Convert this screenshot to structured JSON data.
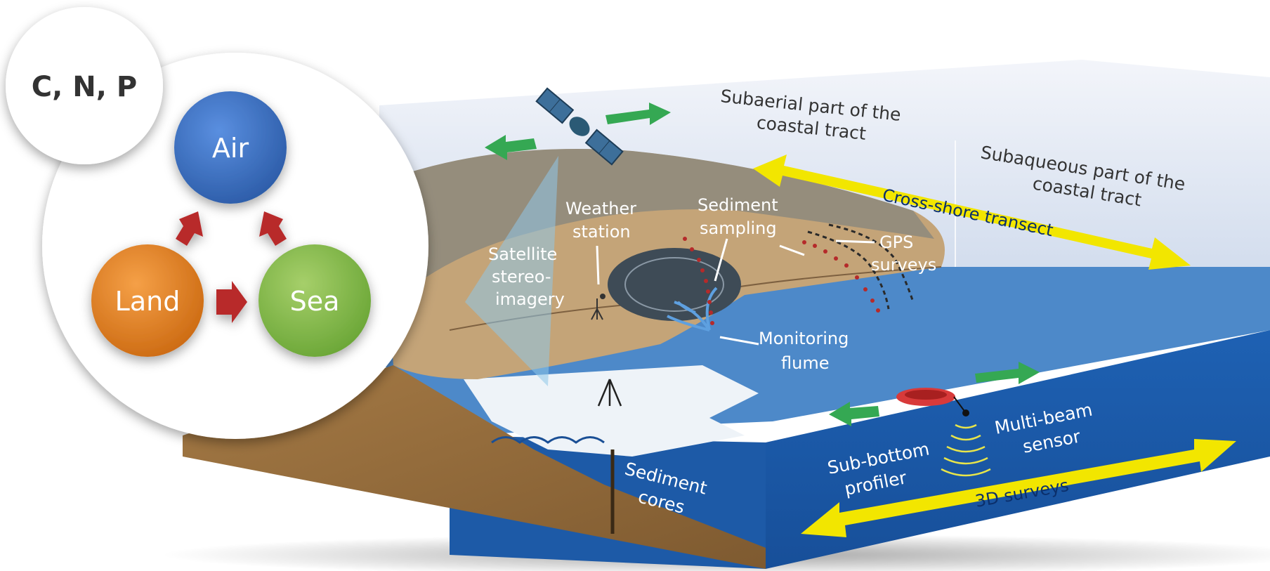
{
  "cycle": {
    "nutrients": "C, N, P",
    "nodes": [
      {
        "label": "Air",
        "color": "#3a6fc4"
      },
      {
        "label": "Land",
        "color": "#e07b1e"
      },
      {
        "label": "Sea",
        "color": "#7db342"
      }
    ],
    "arrow_color": "#b8292b"
  },
  "diagram": {
    "subaerial": [
      "Subaerial part of the",
      "coastal tract"
    ],
    "subaqueous": [
      "Subaqueous part of the",
      "coastal tract"
    ],
    "cross_shore": "Cross-shore transect",
    "weather": [
      "Weather",
      "station"
    ],
    "sediment_sampling": [
      "Sediment",
      "sampling"
    ],
    "gps": [
      "GPS",
      "surveys"
    ],
    "satellite": [
      "Satellite",
      "stereo-",
      "imagery"
    ],
    "flume": [
      "Monitoring",
      "flume"
    ],
    "cores": [
      "Sediment",
      "cores"
    ],
    "subbottom": [
      "Sub-bottom",
      "profiler"
    ],
    "multibeam": [
      "Multi-beam",
      "sensor"
    ],
    "surveys3d": "3D surveys"
  },
  "colors": {
    "sea_deep": "#1b5cad",
    "sea_surface": "#4a86c8",
    "land": "#c4a478",
    "arrow_yellow": "#f2e600",
    "arrow_green": "#35a853"
  }
}
